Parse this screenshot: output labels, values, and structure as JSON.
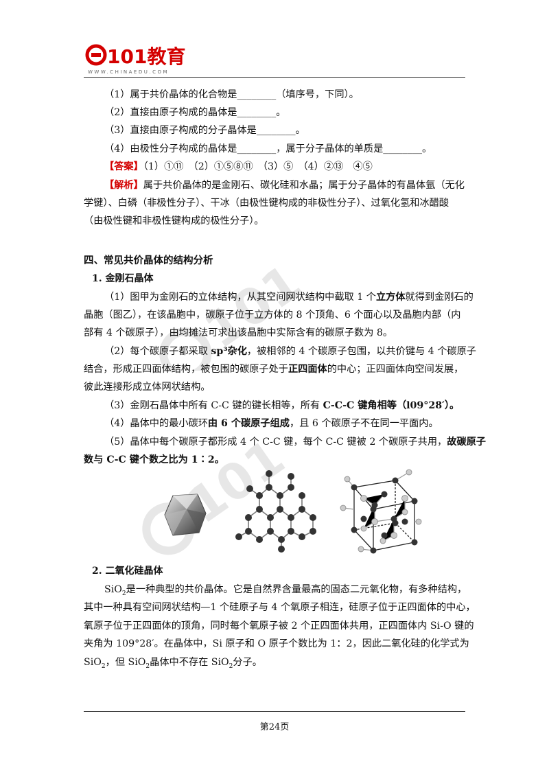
{
  "header": {
    "logo_text": "101教育",
    "logo_sub": "WWW.CHINAEDU.COM"
  },
  "q": {
    "l1": "（1）属于共价晶体的化合物是________（填序号，下同）。",
    "l2": "（2）直接由原子构成的晶体是________。",
    "l3": "（3）直接由原子构成的分子晶体是________。",
    "l4": "（4）由极性分子构成的晶体是________，属于分子晶体的单质是________。",
    "answer_tag": "【答案】",
    "answer_text": "（1）①⑪　（2）①⑤⑧⑪　（3）⑤　（4）②⑬　④⑤",
    "analysis_tag": "【解析】",
    "analysis_1": "属于共价晶体的是金刚石、碳化硅和水晶；属于分子晶体的有晶体氩（无化",
    "analysis_2": "学键）、白磷（非极性分子）、干冰（由极性键构成的非极性分子）、过氧化氢和冰醋酸",
    "analysis_3": "（由极性键和非极性键构成的极性分子）。"
  },
  "section4": {
    "title": "四、常见共价晶体的结构分析",
    "sub1": "1. 金刚石晶体",
    "p1a_1": "（1）图甲为金刚石的立体结构，从其空间网状结构中截取 1 个",
    "p1a_b": "立方体",
    "p1a_2": "就得到金刚石的",
    "p1b": "晶胞（图乙），在该晶胞中，碳原子位于立方体的 8 个顶角、6 个面心以及晶胞内部（内",
    "p1c": "部有 4 个碳原子），由均摊法可求出该晶胞中实际含有的碳原子数为 8。",
    "p2a_1": "（2）每个碳原子都采取 ",
    "p2a_b": "sp³杂化",
    "p2a_2": "，被相邻的 4 个碳原子包围，以共价键与 4 个碳原子",
    "p2b_1": "结合，形成正四面体结构，被包围的碳原子处于",
    "p2b_b": "正四面体",
    "p2b_2": "的中心；正四面体向空间发展，",
    "p2c": "彼此连接形成立体网状结构。",
    "p3_1": "（3）金刚石晶体中所有 C-C 键的键长相等，所有 ",
    "p3_b": "C-C-C 键角相等（l09°28′）。",
    "p4_1": "（4）晶体中的最小碳环",
    "p4_b": "由 6 个碳原子组成",
    "p4_2": "，且 6 个碳原子不在同一平面内。",
    "p5_1": "（5）晶体中每个碳原子都形成 4 个 C-C 键，每个 C-C 键被 2 个碳原子共用，",
    "p5_b1": "故碳原子",
    "p5_b2": "数与 C-C 键个数之比为 1∶2。",
    "sub2": "2. 二氧化硅晶体",
    "s1_1": "SiO",
    "s1_2": "是一种典型的共价晶体。它是自然界含量最高的固态二元氧化物，有多种结构，",
    "s2": "其中一种具有空间网状结构—1 个硅原子与 4 个氧原子相连，硅原子位于正四面体的中心，",
    "s3": "氧原子位于正四面体的顶角，同时每个氧原子被 2 个正四面体共用，正四面体内 Si-O 键的",
    "s4": "夹角为 109°28′。在晶体中，Si 原子和 O 原子个数比为 1：2，因此二氧化硅的化学式为",
    "s5_1": "SiO",
    "s5_2": "，但 SiO",
    "s5_3": "晶体中不存在 SiO",
    "s5_4": "分子。",
    "sub_2": "2"
  },
  "footer": {
    "page": "第24页"
  }
}
